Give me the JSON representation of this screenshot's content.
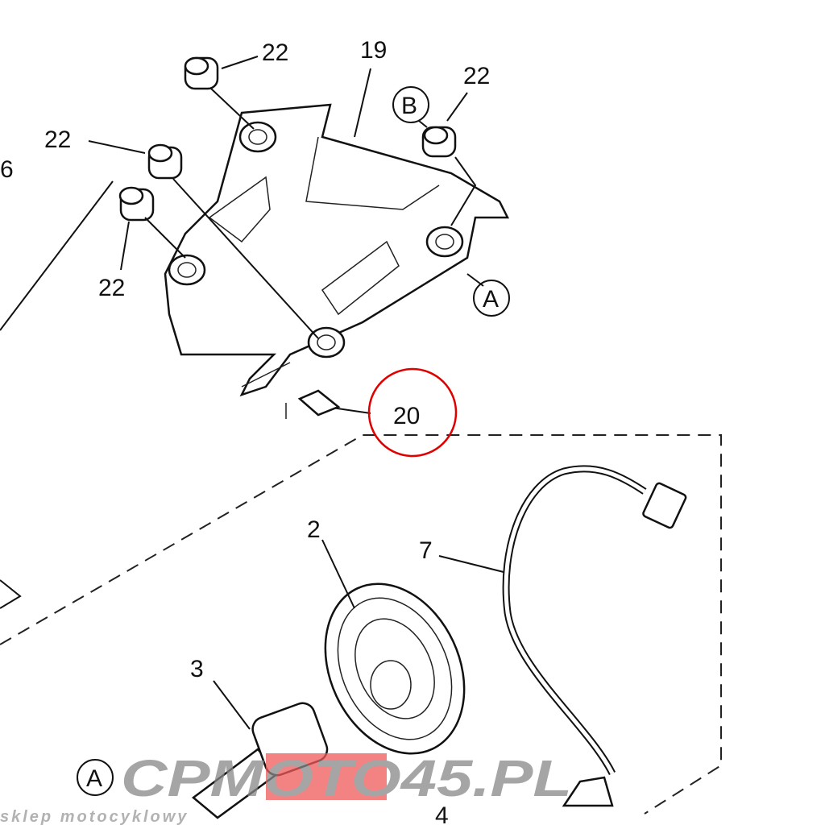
{
  "diagram": {
    "callouts": {
      "c22_top": "22",
      "c19": "19",
      "c22_right": "22",
      "cB": "B",
      "c22_left": "22",
      "c6": "6",
      "c22_lower": "22",
      "cA_right": "A",
      "c20": "20",
      "c2": "2",
      "c7": "7",
      "c3": "3",
      "cA_bottom": "A",
      "c4": "4"
    },
    "highlight_color": "#e00000"
  },
  "watermark": {
    "brand": "CPMOTO45.PL",
    "tagline": "sklep motocyklowy"
  }
}
